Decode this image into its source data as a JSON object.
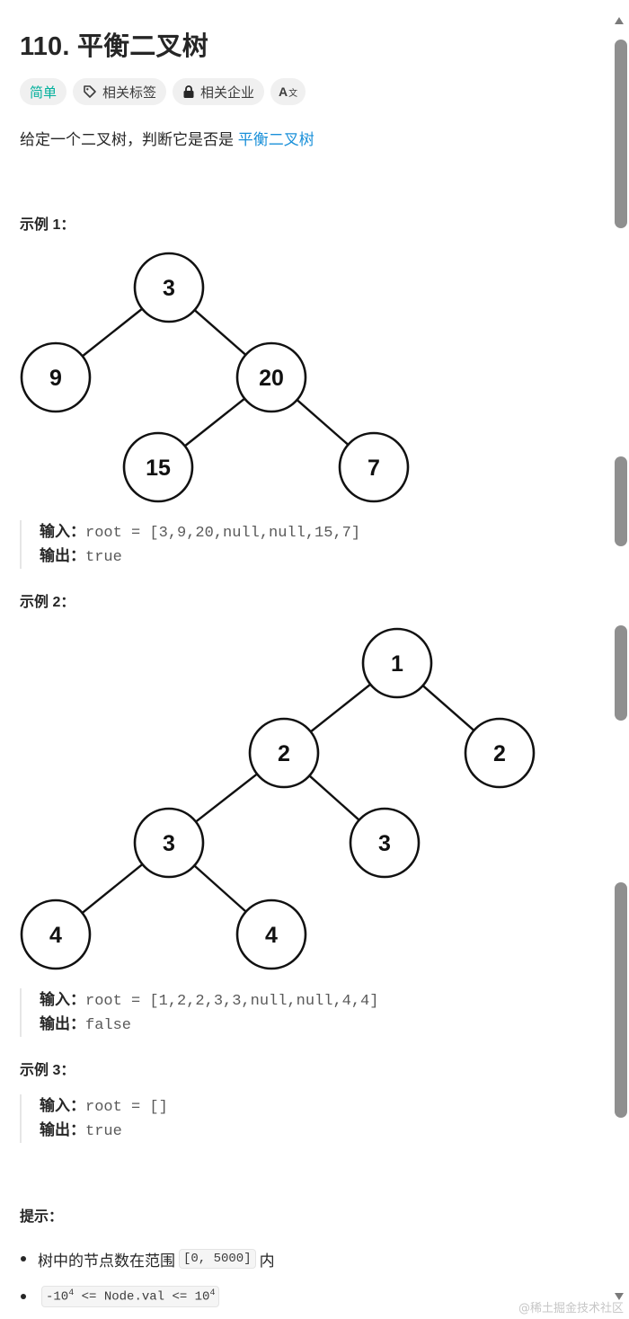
{
  "problem": {
    "title": "110. 平衡二叉树",
    "tags": {
      "difficulty": "简单",
      "related_topics": "相关标签",
      "related_companies": "相关企业",
      "translate": "A"
    },
    "description": {
      "text": "给定一个二叉树，判断它是否是",
      "link": "平衡二叉树"
    }
  },
  "examples": [
    {
      "title": "示例 1：",
      "tree": [
        {
          "value": "3",
          "parent": null
        },
        {
          "value": "9",
          "parent": 0
        },
        {
          "value": "20",
          "parent": 0
        },
        {
          "value": "15",
          "parent": 2
        },
        {
          "value": "7",
          "parent": 2
        }
      ],
      "input_label": "输入：",
      "input": "root = [3,9,20,null,null,15,7]",
      "output_label": "输出：",
      "output": "true"
    },
    {
      "title": "示例 2：",
      "tree": [
        {
          "value": "1",
          "parent": null
        },
        {
          "value": "2",
          "parent": 0
        },
        {
          "value": "2",
          "parent": 0
        },
        {
          "value": "3",
          "parent": 1
        },
        {
          "value": "3",
          "parent": 1
        },
        {
          "value": "4",
          "parent": 3
        },
        {
          "value": "4",
          "parent": 3
        }
      ],
      "input_label": "输入：",
      "input": "root = [1,2,2,3,3,null,null,4,4]",
      "output_label": "输出：",
      "output": "false"
    },
    {
      "title": "示例 3：",
      "input_label": "输入：",
      "input": "root = []",
      "output_label": "输出：",
      "output": "true"
    }
  ],
  "hints": {
    "title": "提示：",
    "items": [
      {
        "prefix": "树中的节点数在范围",
        "code": "[0, 5000]",
        "suffix": "内"
      },
      {
        "code_a": "-10",
        "sup_a": "4",
        "code_b": " <= Node.val <= 10",
        "sup_b": "4"
      }
    ]
  },
  "watermark": "@稀土掘金技术社区",
  "colors": {
    "accent_link": "#1a90d9",
    "difficulty_easy": "#00af9b",
    "text": "#262626"
  }
}
